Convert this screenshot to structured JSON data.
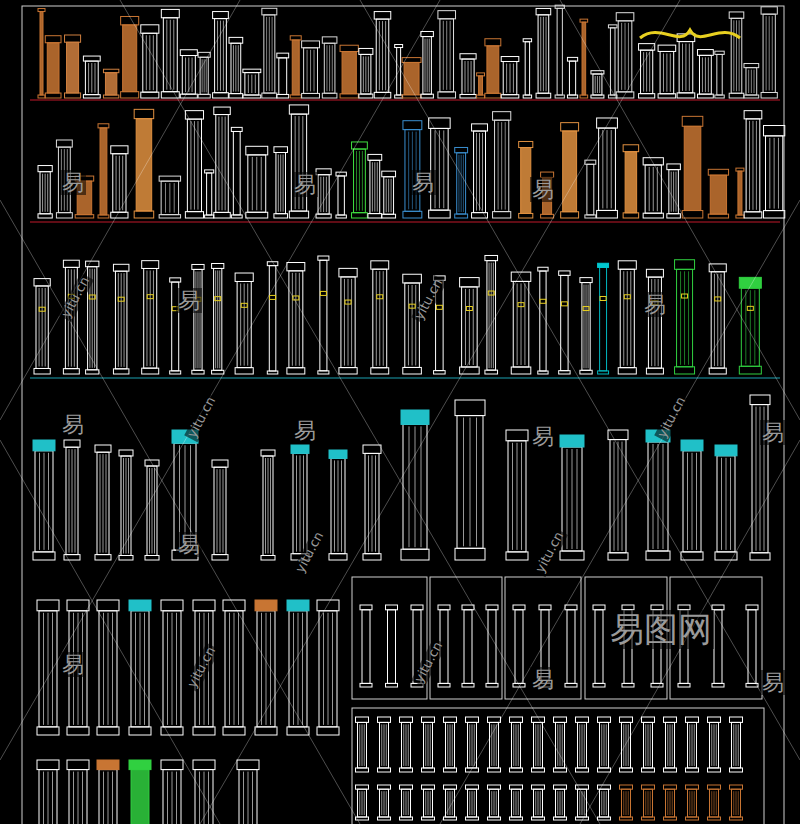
{
  "diagram": {
    "labels": [
      "易",
      "易",
      "易",
      "易",
      "易",
      "易",
      "易",
      "易",
      "易",
      "易",
      "易",
      "易",
      "易",
      "易",
      "yitu.cn",
      "yitu.cn",
      "yitu.cn",
      "yitu.cn",
      "yitu.cn",
      "yitu.cn",
      "yitu.cn",
      "yitu.cn",
      "易图网"
    ]
  }
}
